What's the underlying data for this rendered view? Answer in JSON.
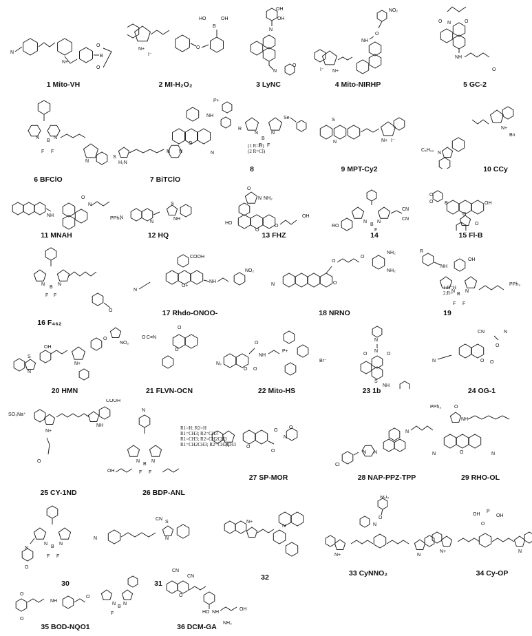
{
  "compounds": [
    {
      "num": "1",
      "name": "Mito-VH"
    },
    {
      "num": "2",
      "name": "MI-H₂O₂"
    },
    {
      "num": "3",
      "name": "LyNC"
    },
    {
      "num": "4",
      "name": "Mito-NIRHP"
    },
    {
      "num": "5",
      "name": "GC-2"
    },
    {
      "num": "6",
      "name": "BFClO"
    },
    {
      "num": "7",
      "name": "BiTClO"
    },
    {
      "num": "8",
      "name": ""
    },
    {
      "num": "9",
      "name": "MPT-Cy2"
    },
    {
      "num": "10",
      "name": "CCy"
    },
    {
      "num": "11",
      "name": "MNAH"
    },
    {
      "num": "12",
      "name": "HQ"
    },
    {
      "num": "13",
      "name": "FHZ"
    },
    {
      "num": "14",
      "name": ""
    },
    {
      "num": "15",
      "name": "Fl-B"
    },
    {
      "num": "16",
      "name": "F₄₆₂"
    },
    {
      "num": "17",
      "name": "Rhdo-ONOO-"
    },
    {
      "num": "18",
      "name": "NRNO"
    },
    {
      "num": "19",
      "name": ""
    },
    {
      "num": "20",
      "name": "HMN"
    },
    {
      "num": "21",
      "name": "FLVN-OCN"
    },
    {
      "num": "22",
      "name": "Mito-HS"
    },
    {
      "num": "23",
      "name": "1b"
    },
    {
      "num": "24",
      "name": "OG-1"
    },
    {
      "num": "25",
      "name": "CY-1ND"
    },
    {
      "num": "26",
      "name": "BDP-ANL"
    },
    {
      "num": "27",
      "name": "SP-MOR"
    },
    {
      "num": "28",
      "name": "NAP-PPZ-TPP"
    },
    {
      "num": "29",
      "name": "RHO-OL"
    },
    {
      "num": "30",
      "name": ""
    },
    {
      "num": "31",
      "name": ""
    },
    {
      "num": "32",
      "name": ""
    },
    {
      "num": "33",
      "name": "CyNNO₂"
    },
    {
      "num": "34",
      "name": "Cy-OP"
    },
    {
      "num": "35",
      "name": "BOD-NQO1"
    },
    {
      "num": "36",
      "name": "DCM-GA"
    }
  ],
  "notes": {
    "c8": [
      "(1  R=H)",
      "(2  R=Cl)"
    ],
    "c19": [
      "1:R=H",
      "2:R="
    ],
    "c26": [
      "R1=H; R2=H",
      "R1=CH3; R2=CH3",
      "R1=CH3; R2=CH2CH3",
      "R1=CH2CH3; R2=CH2CH3"
    ]
  },
  "atom_labels": {
    "N": "N",
    "O": "O",
    "B": "B",
    "F": "F",
    "S": "S",
    "P": "P",
    "OH": "OH",
    "HO": "HO",
    "NH": "NH",
    "NH2": "NH₂",
    "NO2": "NO₂",
    "CN": "CN",
    "COOH": "COOH",
    "Se": "Se",
    "R": "R",
    "RO": "RO",
    "Cl": "Cl",
    "Br": "Br⁻",
    "I": "I⁻",
    "Bn": "Bn",
    "PPh3": "PPh₃",
    "SO3Na": "SO₃Na⁺",
    "H2N": "H₂N",
    "C6H13": "C₆H₁₃",
    "N3": "N₃",
    "OCN": "O C≡N",
    "plus": "+"
  }
}
